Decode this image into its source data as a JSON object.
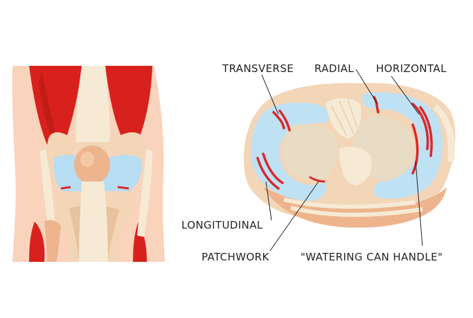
{
  "labels": {
    "transverse": "TRANSVERSE",
    "radial": "RADIAL",
    "horizontal": "HORIZONTAL",
    "longitudinal": "LONGITUDINAL",
    "patchwork": "PATCHWORK",
    "watering": "\"WATERING CAN HANDLE\""
  },
  "colors": {
    "muscle": "#d8211c",
    "muscle_dark": "#a81612",
    "skin": "#fad3bd",
    "bone": "#f3d6b8",
    "bone_shade": "#e7c29c",
    "tendon": "#f6ead5",
    "patella": "#eeb48e",
    "cartilage": "#b7ddf2",
    "tear": "#d8282a",
    "meniscus": "#bfe1f4",
    "tibia_surface": "#e9dcc4",
    "line": "#222222"
  }
}
